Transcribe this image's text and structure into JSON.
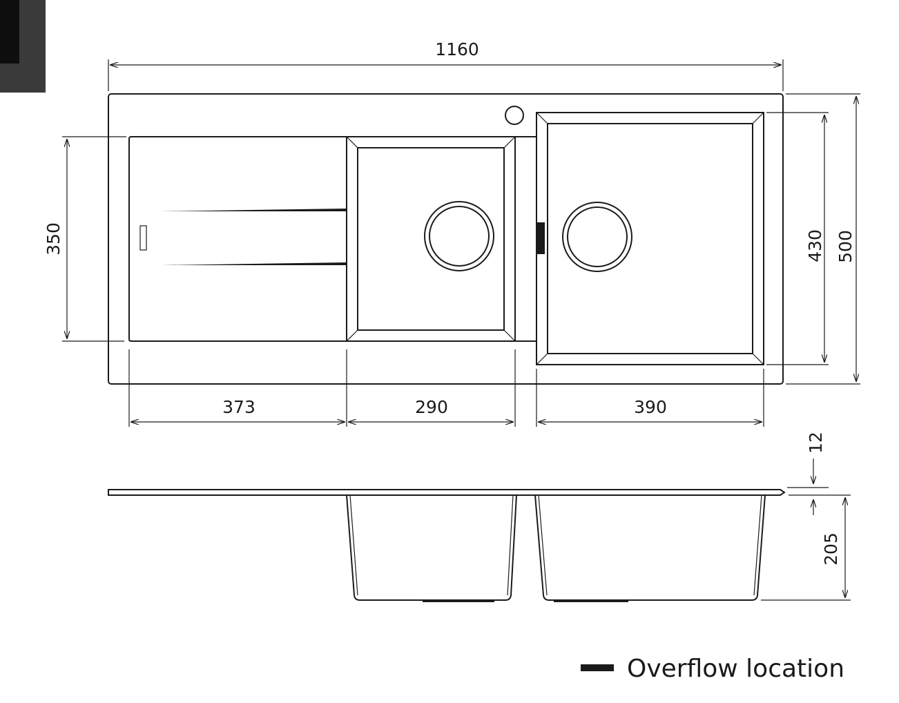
{
  "dimensions": {
    "overall_width": "1160",
    "overall_depth": "500",
    "drainer_depth": "350",
    "large_bowl_depth": "430",
    "drainer_width": "373",
    "small_bowl_width": "290",
    "large_bowl_width": "390",
    "rim_thickness": "12",
    "bowl_depth": "205"
  },
  "legend": {
    "label": "Overflow location",
    "swatch_color": "#1a1a1a"
  },
  "colors": {
    "line": "#1a1a1a",
    "thumbnail": "#3a3a3a"
  }
}
